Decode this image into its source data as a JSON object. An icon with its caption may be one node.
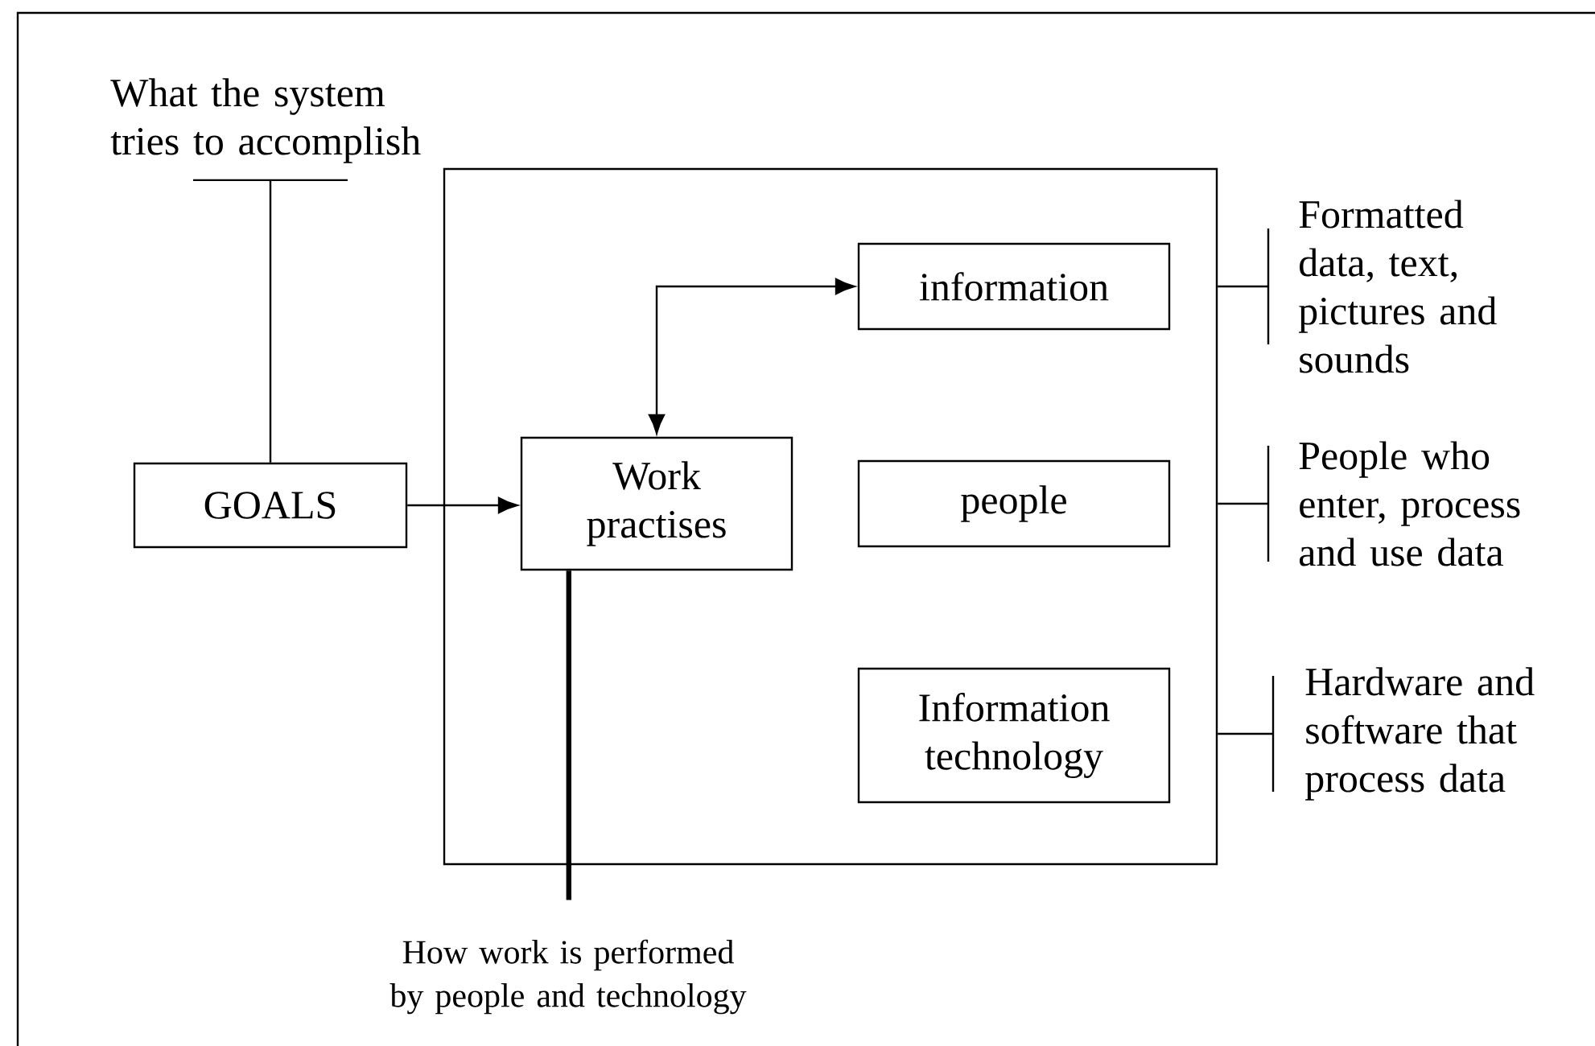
{
  "diagram": {
    "nodes": [
      {
        "text": [
          "What the system tries to accomplish"
        ]
      },
      {
        "text": [],
        "shape": "box"
      },
      {
        "text": [
          "information"
        ],
        "in": 1
      },
      {
        "text": [
          "GOALS"
        ]
      },
      {
        "text": [
          "Work practises"
        ],
        "in": 1
      },
      {
        "text": [
          "people"
        ],
        "in": 1
      },
      {
        "text": [
          "Information technology"
        ],
        "in": 1
      },
      {
        "text": [
          "Formatted data, text, pictures and sounds"
        ]
      },
      {
        "text": [
          "People who enter, process and use data"
        ]
      },
      {
        "text": [
          "Hardware and software that process data"
        ]
      },
      {
        "text": [
          "How work is performed by people and technology"
        ]
      }
    ],
    "edges": [
      {
        "from": 3,
        "to": 0,
        "arrow": "none"
      },
      {
        "from": 4,
        "to": 2,
        "arrow": "both"
      },
      {
        "from": 3,
        "to": 4,
        "arrow": "to"
      },
      {
        "from": 1,
        "to": 7,
        "arrow": "none"
      },
      {
        "from": 1,
        "to": 8,
        "arrow": "none"
      },
      {
        "from": 1,
        "to": 9,
        "arrow": "none"
      },
      {
        "from": 4,
        "to": 10,
        "arrow": "none",
        "style": "thick"
      }
    ]
  }
}
